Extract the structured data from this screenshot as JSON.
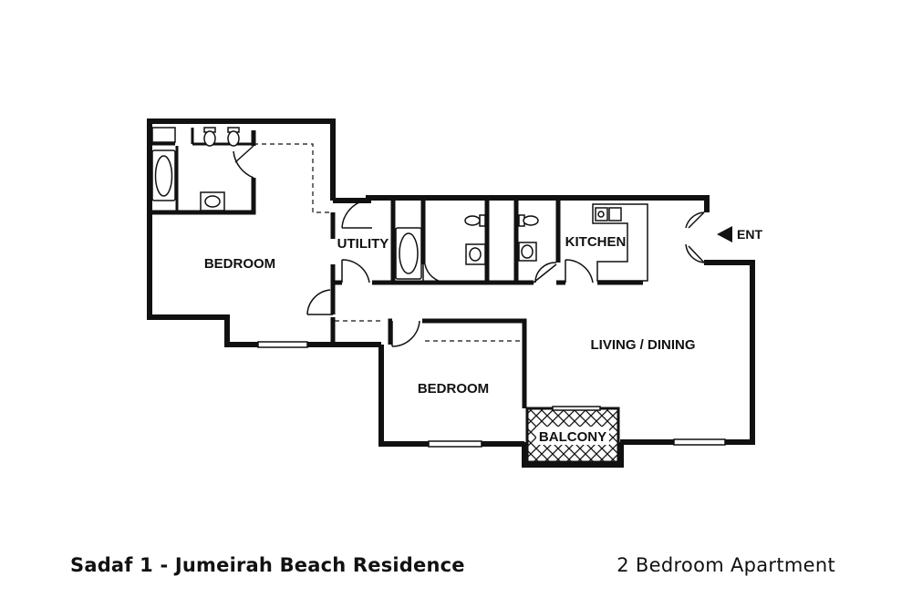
{
  "rooms": {
    "bedroom_master": "BEDROOM",
    "utility": "UTILITY",
    "kitchen": "KITCHEN",
    "living_dining": "LIVING / DINING",
    "bedroom_second": "BEDROOM",
    "balcony": "BALCONY"
  },
  "entrance_label": "ENT",
  "footer": {
    "property_name": "Sadaf 1 - Jumeirah Beach Residence",
    "unit_type": "2 Bedroom Apartment"
  },
  "colors": {
    "wall": "#111111",
    "background": "#ffffff"
  }
}
